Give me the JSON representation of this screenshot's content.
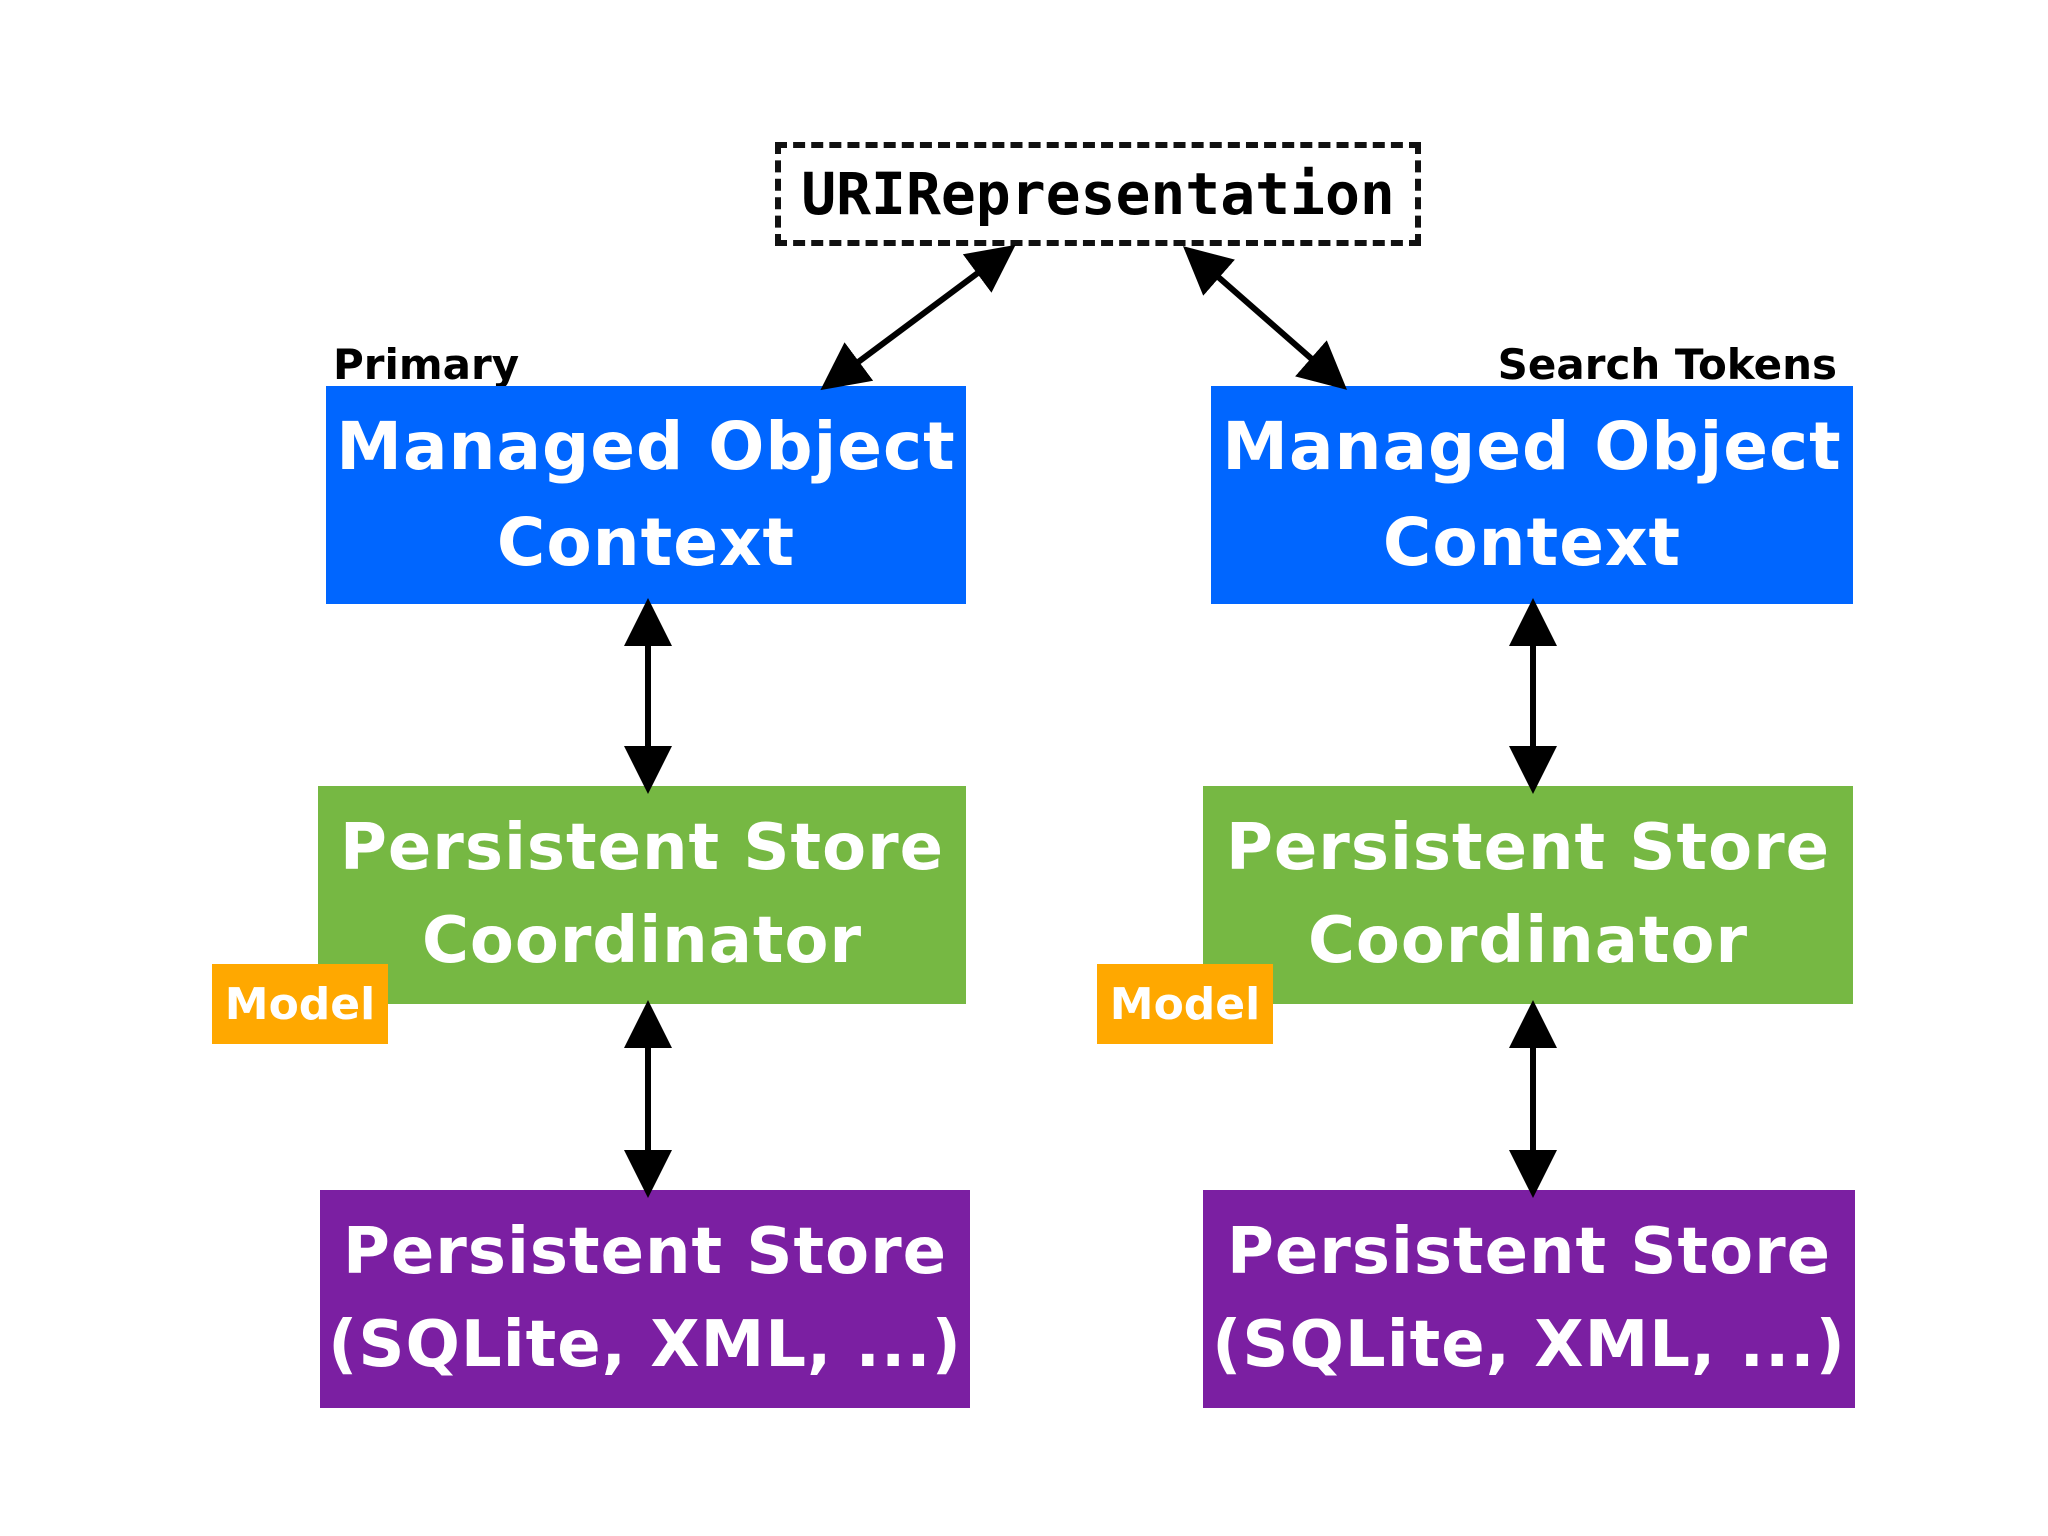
{
  "uri_box": {
    "label": "URIRepresentation"
  },
  "left_stack": {
    "caption": "Primary",
    "moc": {
      "line1": "Managed Object",
      "line2": "Context"
    },
    "psc": {
      "line1": "Persistent Store",
      "line2": "Coordinator"
    },
    "model_badge": "Model",
    "store": {
      "line1": "Persistent Store",
      "line2": "(SQLite, XML, ...)"
    }
  },
  "right_stack": {
    "caption": "Search Tokens",
    "moc": {
      "line1": "Managed Object",
      "line2": "Context"
    },
    "psc": {
      "line1": "Persistent Store",
      "line2": "Coordinator"
    },
    "model_badge": "Model",
    "store": {
      "line1": "Persistent Store",
      "line2": "(SQLite, XML, ...)"
    }
  },
  "colors": {
    "managed_object_context": "#0066ff",
    "persistent_store_coordinator": "#76b843",
    "persistent_store": "#7b1fa2",
    "model_badge": "#ffa800",
    "arrow": "#000000"
  }
}
